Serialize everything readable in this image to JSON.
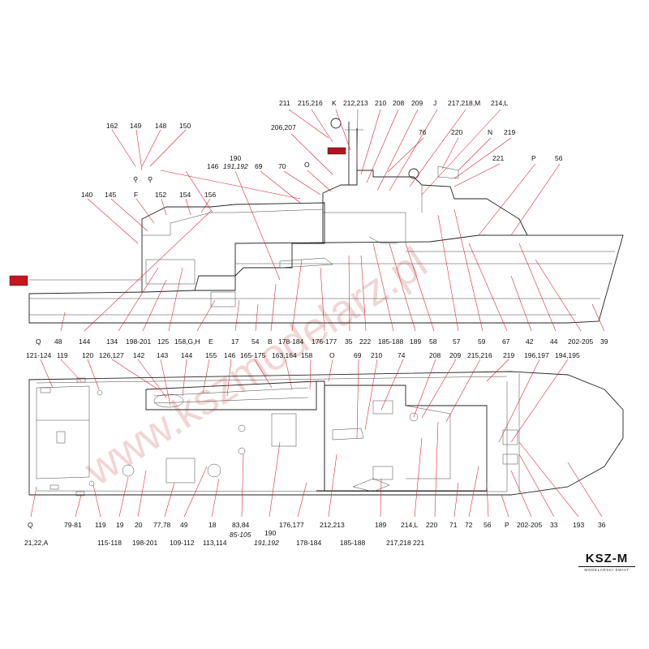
{
  "watermark": "www.kszmodelarz.pl",
  "logo": {
    "main": "KSZ-M",
    "sub": "MODELARSKI ŚWIAT"
  },
  "side_labels": [
    "211",
    "215,216",
    "K",
    "212,213",
    "210",
    "208",
    "209",
    "J",
    "217,218,M",
    "214,L",
    "76",
    "220",
    "N",
    "219",
    "221",
    "P",
    "56",
    "206,207",
    "O",
    "70",
    "69",
    "190",
    "191,192",
    "146",
    "162",
    "149",
    "148",
    "150",
    "140",
    "145",
    "F",
    "152",
    "154",
    "156"
  ],
  "side_bottom_labels": [
    "Q",
    "48",
    "144",
    "134",
    "198-201",
    "125",
    "158,G,H",
    "E",
    "17",
    "54",
    "B",
    "178-184",
    "176-177",
    "35",
    "222",
    "185-188",
    "189",
    "58",
    "57",
    "59",
    "67",
    "42",
    "44",
    "202-205",
    "39"
  ],
  "top_labels": [
    "121-124",
    "119",
    "120",
    "126,127",
    "142",
    "143",
    "144",
    "155",
    "146",
    "165-175",
    "163,164",
    "158",
    "O",
    "69",
    "210",
    "74",
    "208",
    "209",
    "215,216",
    "219",
    "196,197",
    "194,195"
  ],
  "plan_bottom_labels": [
    "Q",
    "79-81",
    "119",
    "19",
    "20",
    "77,78",
    "49",
    "18",
    "83,84",
    "190",
    "176,177",
    "212,213",
    "189",
    "214,L",
    "220",
    "71",
    "72",
    "56",
    "P",
    "202-205",
    "33",
    "193",
    "36",
    "21,22,A",
    "115-118",
    "198-201",
    "109-112",
    "113,114",
    "85-105",
    "191,192",
    "178-184",
    "185-188",
    "217,218",
    "221"
  ]
}
